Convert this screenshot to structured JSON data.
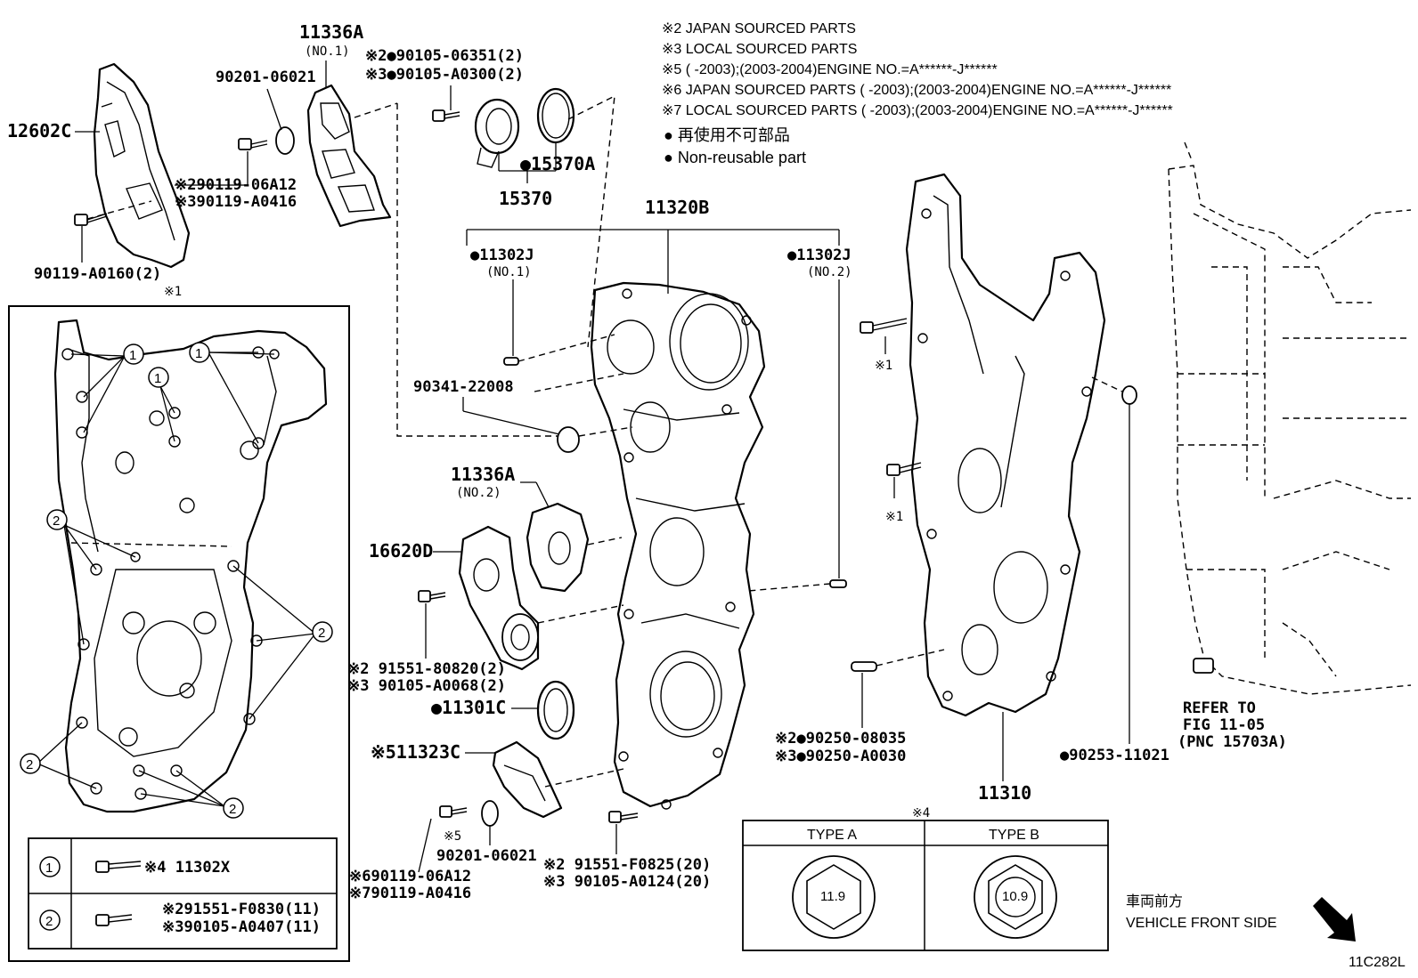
{
  "notes": {
    "n2": "※2 JAPAN SOURCED PARTS",
    "n3": "※3 LOCAL SOURCED PARTS",
    "n5": "※5 (      -2003);(2003-2004)ENGINE NO.=A******-J******",
    "n6": "※6 JAPAN SOURCED PARTS (      -2003);(2003-2004)ENGINE NO.=A******-J******",
    "n7": "※7 LOCAL SOURCED PARTS (      -2003);(2003-2004)ENGINE NO.=A******-J******",
    "legend_jp": "● 再使用不可部品",
    "legend_en": "● Non-reusable part"
  },
  "labels": {
    "p12602c": "12602C",
    "p11336a_1": "11336A",
    "p11336a_1_sub": "(NO.1)",
    "p90201_top": "90201-06021",
    "p90105_2": "※2●90105-06351(2)",
    "p90105_3": "※3●90105-A0300(2)",
    "p15370a": "●15370A",
    "p15370": "15370",
    "p90119_2": "※290119-06A12",
    "p90119_3": "※390119-A0416",
    "p90119_a0160": "90119-A0160(2)",
    "mark1_top": "※1",
    "p11320b": "11320B",
    "p11302j_1": "●11302J",
    "p11302j_1_sub": "(NO.1)",
    "p11302j_2": "●11302J",
    "p11302j_2_sub": "(NO.2)",
    "p90341": "90341-22008",
    "p11336a_2": "11336A",
    "p11336a_2_sub": "(NO.2)",
    "p16620d": "16620D",
    "p91551_80820": "※2 91551-80820(2)",
    "p90105_a0068": "※3 90105-A0068(2)",
    "p11301c": "●11301C",
    "p11323c": "※511323C",
    "mark5": "※5",
    "p90201_bottom": "90201-06021",
    "p90119_6": "※690119-06A12",
    "p90119_7": "※790119-A0416",
    "p91551_f0825": "※2 91551-F0825(20)",
    "p90105_a0124": "※3 90105-A0124(20)",
    "mark1_bolt_a": "※1",
    "mark1_bolt_b": "※1",
    "p90250_2": "※2●90250-08035",
    "p90250_3": "※3●90250-A0030",
    "p11310": "11310",
    "p90253": "●90253-11021",
    "refer1": "REFER TO",
    "refer2": "FIG 11-05",
    "refer3": "(PNC 15703A)",
    "mark4": "※4",
    "type_a": "TYPE A",
    "type_b": "TYPE B",
    "type_a_val": "11.9",
    "type_b_val": "10.9",
    "front_jp": "車両前方",
    "front_en": "VEHICLE FRONT SIDE",
    "fig_code": "11C282L"
  },
  "inset": {
    "callout_1": "1",
    "callout_2": "2",
    "row1_num": "1",
    "row1_part": "※4 11302X",
    "row2_num": "2",
    "row2_part_a": "※291551-F0830(11)",
    "row2_part_b": "※390105-A0407(11)"
  }
}
